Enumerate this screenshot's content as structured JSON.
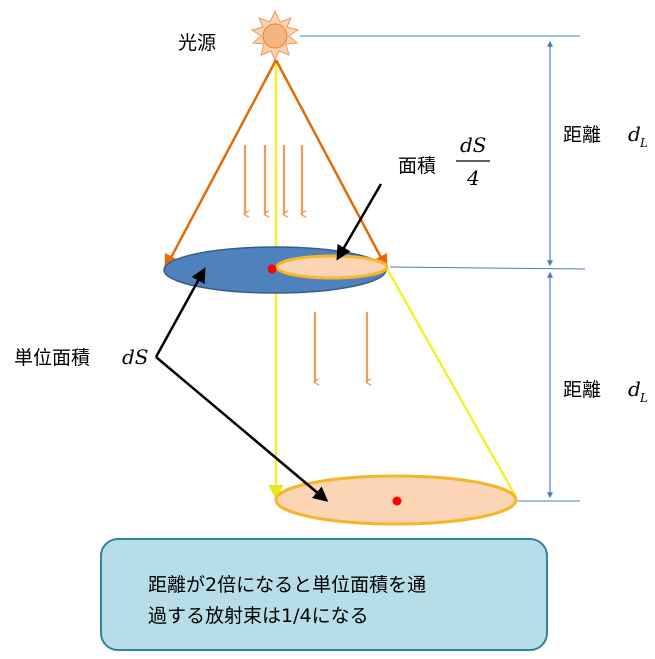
{
  "labels": {
    "light_source": "光源",
    "small_area_prefix": "面積",
    "small_area_numerator": "dS",
    "small_area_denominator": "4",
    "unit_area_prefix": "単位面積",
    "unit_area_symbol": "dS",
    "distance_1_prefix": "距離",
    "distance_1_symbol": "d",
    "distance_1_sub": "L",
    "distance_2_prefix": "距離",
    "distance_2_symbol": "d",
    "distance_2_sub": "L"
  },
  "caption": {
    "line1": "距離が2倍になると単位面積を通",
    "line2": "過する放射束は1/4になる"
  },
  "colors": {
    "sun": "#f8c9a6",
    "cone_upper": "#e36c09",
    "cone_lower": "#f2f230",
    "blue_disk": "#4f81bd",
    "peach_disk": "#fbd5b5",
    "disk_edge": "#f7b52b",
    "arrow_orange": "#f29b57",
    "dimension_line": "#4a7ebb",
    "caption_fill": "#b7dde8",
    "caption_border": "#31859c"
  }
}
